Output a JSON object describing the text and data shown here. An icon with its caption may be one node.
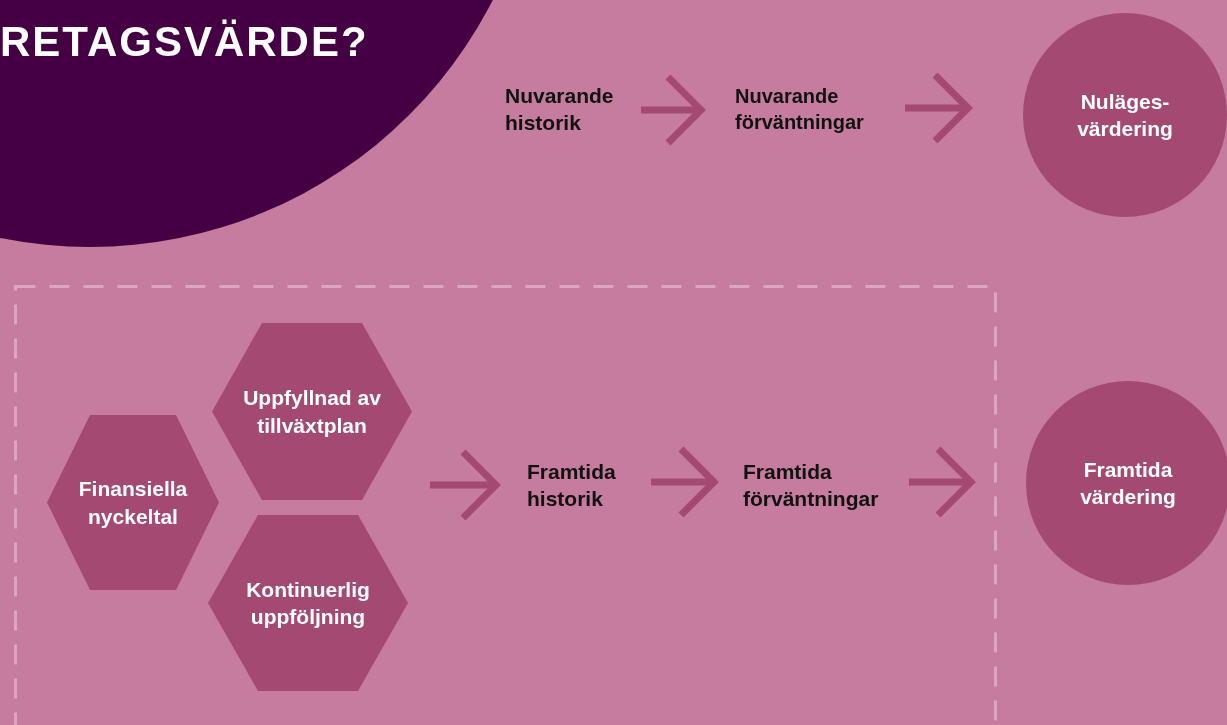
{
  "diagram": {
    "title": "RETAGSVÄRDE?",
    "nodes": [
      {
        "text": [
          "Nuvarande historik"
        ]
      },
      {
        "text": [
          "Nuvarande förväntningar"
        ]
      },
      {
        "text": [
          "Nuläges- värdering"
        ]
      },
      {
        "text": [],
        "shape": "box"
      },
      {
        "text": [
          "Finansiella nyckeltal"
        ],
        "in": 3
      },
      {
        "text": [
          "Uppfyllnad av tillväxtplan"
        ],
        "in": 3
      },
      {
        "text": [
          "Kontinuerlig uppföljning"
        ],
        "in": 3
      },
      {
        "text": [
          "Framtida historik"
        ],
        "in": 3
      },
      {
        "text": [
          "Framtida förväntningar"
        ],
        "in": 3
      },
      {
        "text": [
          "Framtida värdering"
        ]
      }
    ],
    "edges": [
      {
        "from": 0,
        "to": 1,
        "arrow": "to"
      },
      {
        "from": 1,
        "to": 2,
        "arrow": "to"
      },
      {
        "from": null,
        "to": 7,
        "arrow": "to"
      },
      {
        "from": 7,
        "to": 8,
        "arrow": "to"
      },
      {
        "from": 8,
        "to": 9,
        "arrow": "to"
      }
    ]
  }
}
